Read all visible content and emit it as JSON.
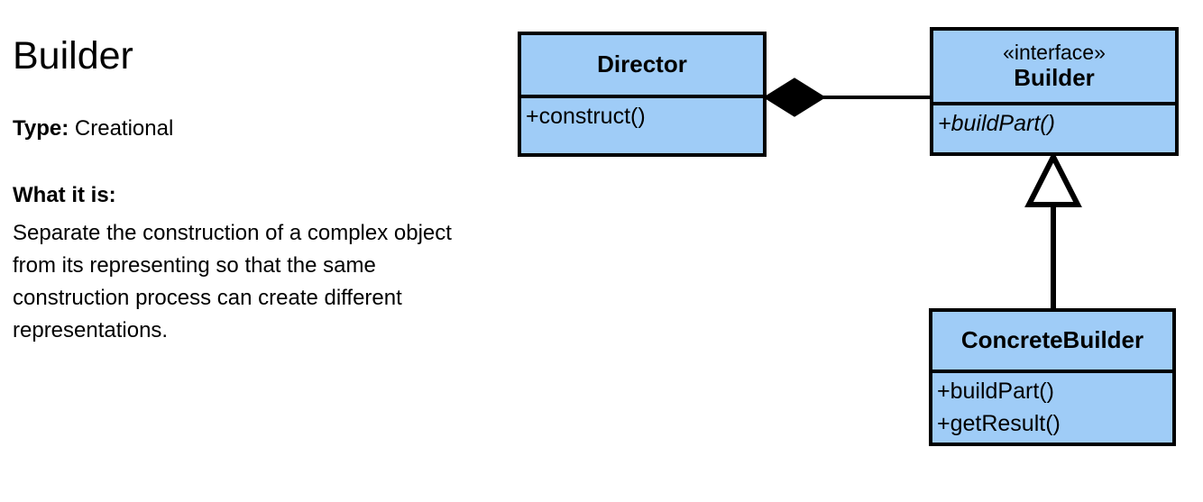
{
  "info": {
    "title": "Builder",
    "type_label": "Type:",
    "type_value": "Creational",
    "what_heading": "What it is:",
    "what_body": "Separate the construction of a complex object from its representing so that the same construction process can create different representations."
  },
  "diagram": {
    "fill_color": "#9FCCF7",
    "stroke_color": "#000000",
    "classes": [
      {
        "id": "director",
        "stereotype": "",
        "name": "Director",
        "members": [
          "+construct()"
        ]
      },
      {
        "id": "builder",
        "stereotype": "«interface»",
        "name": "Builder",
        "members": [
          "+buildPart()"
        ]
      },
      {
        "id": "concrete",
        "stereotype": "",
        "name": "ConcreteBuilder",
        "members": [
          "+buildPart()",
          "+getResult()"
        ]
      }
    ],
    "relations": [
      {
        "id": "composition",
        "kind": "composition",
        "from": "Director",
        "to": "Builder",
        "marker": "filled-diamond"
      },
      {
        "id": "generalization",
        "kind": "generalization",
        "from": "ConcreteBuilder",
        "to": "Builder",
        "marker": "hollow-triangle"
      }
    ]
  }
}
